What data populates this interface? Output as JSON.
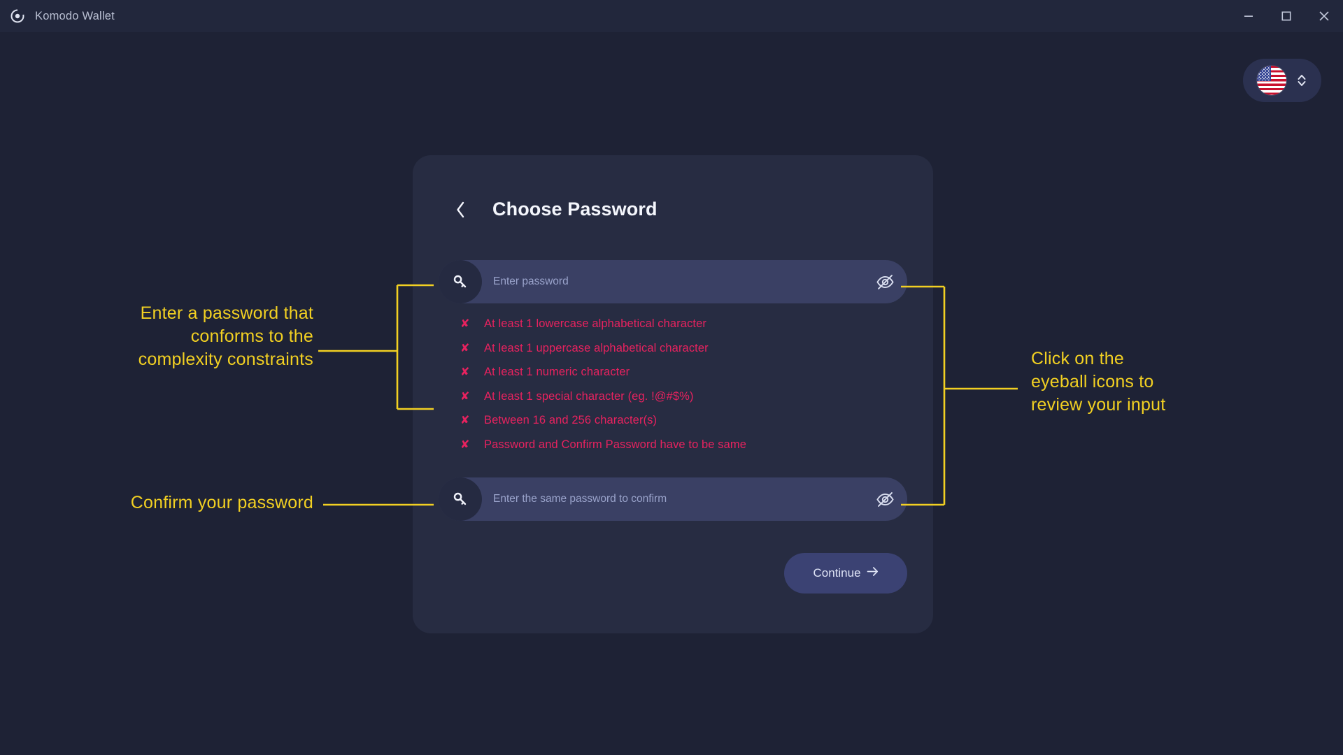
{
  "window": {
    "title": "Komodo Wallet",
    "logo_icon": "komodo-circle-logo",
    "controls": [
      {
        "name": "minimize",
        "icon": "minimize-icon"
      },
      {
        "name": "maximize",
        "icon": "maximize-icon"
      },
      {
        "name": "close",
        "icon": "close-icon"
      }
    ]
  },
  "language_selector": {
    "flag_icon": "us-flag-icon",
    "chevron_icon": "chevron-updown-icon"
  },
  "card": {
    "back_icon": "chevron-left-icon",
    "title": "Choose Password",
    "password_field": {
      "prefix_icon": "key-icon",
      "placeholder": "Enter password",
      "value": "",
      "toggle_icon": "eye-off-icon"
    },
    "confirm_field": {
      "prefix_icon": "key-icon",
      "placeholder": "Enter the same password to confirm",
      "value": "",
      "toggle_icon": "eye-off-icon"
    },
    "validation_rules": [
      {
        "mark": "✘",
        "text": "At least 1 lowercase alphabetical character",
        "satisfied": false
      },
      {
        "mark": "✘",
        "text": "At least 1 uppercase alphabetical character",
        "satisfied": false
      },
      {
        "mark": "✘",
        "text": "At least 1 numeric character",
        "satisfied": false
      },
      {
        "mark": "✘",
        "text": "At least 1 special character (eg. !@#$%)",
        "satisfied": false
      },
      {
        "mark": "✘",
        "text": "Between 16 and 256 character(s)",
        "satisfied": false
      },
      {
        "mark": "✘",
        "text": "Password and Confirm Password have to be same",
        "satisfied": false
      }
    ],
    "continue_button": {
      "label": "Continue",
      "arrow_icon": "arrow-right-icon"
    }
  },
  "annotations": [
    {
      "id": "password-complexity",
      "text": "Enter a password that\nconforms to the\ncomplexity constraints"
    },
    {
      "id": "confirm-password",
      "text": "Confirm your password"
    },
    {
      "id": "eyeball-toggle",
      "text": "Click on the\neyeball icons to\nreview your input"
    }
  ],
  "colors": {
    "page_background": "#1e2235",
    "titlebar_background": "#22273c",
    "card_background": "#272c42",
    "field_background": "#3a4064",
    "error_text": "#e8225f",
    "annotation": "#f2d022",
    "button_background": "#3b4273"
  }
}
